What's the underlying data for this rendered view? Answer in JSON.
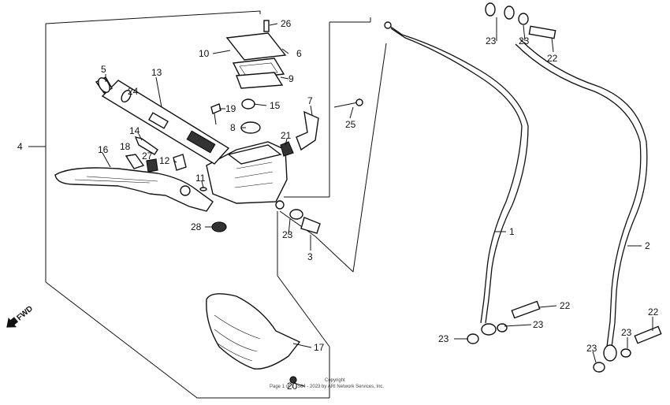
{
  "diagram": {
    "callouts": {
      "c1": "1",
      "c2": "2",
      "c3": "3",
      "c4": "4",
      "c5": "5",
      "c6": "6",
      "c7": "7",
      "c8": "8",
      "c9": "9",
      "c10": "10",
      "c11": "11",
      "c12": "12",
      "c13": "13",
      "c14": "14",
      "c15": "15",
      "c16": "16",
      "c17": "17",
      "c18": "18",
      "c19": "19",
      "c20": "20",
      "c21": "21",
      "c22a": "22",
      "c22b": "22",
      "c22c": "22",
      "c23a": "23",
      "c23b": "23",
      "c23c": "23",
      "c23d": "23",
      "c23e": "23",
      "c23f": "23",
      "c23g": "23",
      "c24": "24",
      "c25": "25",
      "c26": "26",
      "c27": "27",
      "c28": "28"
    },
    "fwd_label": "FWD",
    "copyright_line1": "Copyright",
    "copyright_line2": "Page 1 of 1  1984 - 2023 by ARI Network Services, Inc."
  }
}
